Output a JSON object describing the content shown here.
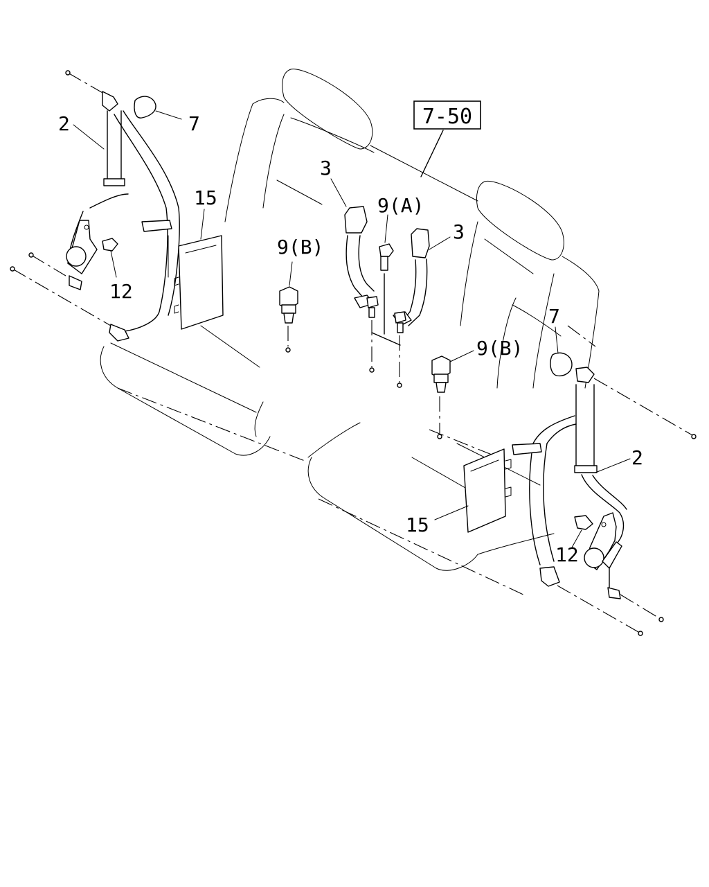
{
  "reference": "7-50",
  "callouts": {
    "left_outer_belt": "2",
    "right_outer_belt": "2",
    "left_buckle": "3",
    "right_buckle": "3",
    "left_cover": "7",
    "right_cover": "7",
    "center_bolt": "9(A)",
    "left_bolt": "9(B)",
    "right_bolt": "9(B)",
    "left_bolt_12": "12",
    "right_bolt_12": "12",
    "left_trim": "15",
    "right_trim": "15"
  }
}
